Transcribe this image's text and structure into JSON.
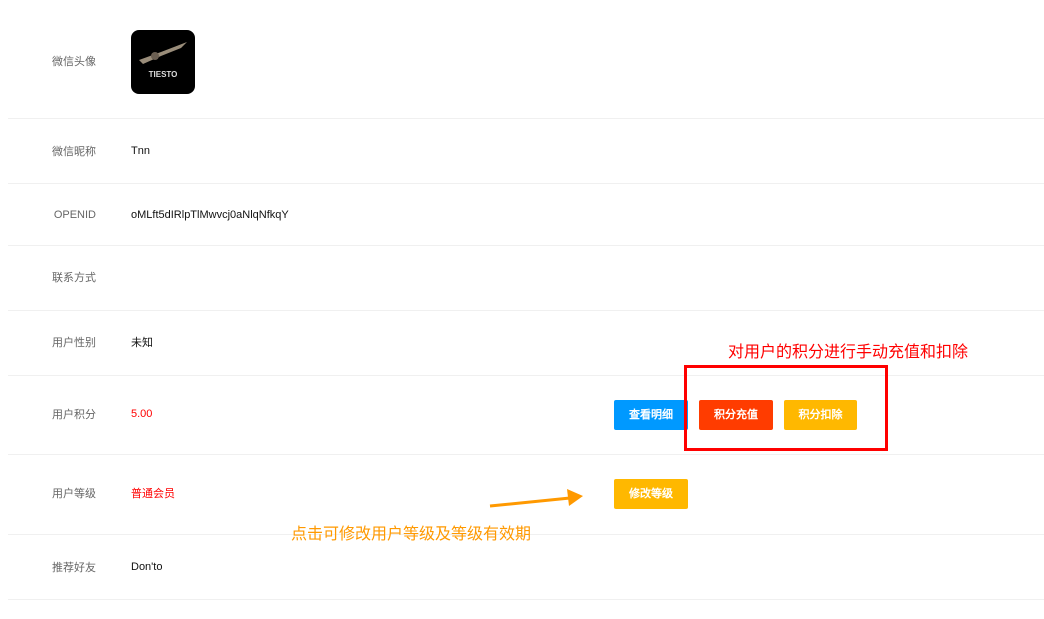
{
  "rows": [
    {
      "label": "微信头像"
    },
    {
      "label": "微信昵称",
      "value": "Tnn"
    },
    {
      "label": "OPENID",
      "value": "oMLft5dIRlpTlMwvcj0aNlqNfkqY"
    },
    {
      "label": "联系方式",
      "value": ""
    },
    {
      "label": "用户性别",
      "value": "未知"
    },
    {
      "label": "用户积分",
      "value": "5.00"
    },
    {
      "label": "用户等级",
      "value": "普通会员"
    },
    {
      "label": "推荐好友",
      "value": "Don'to"
    }
  ],
  "avatar_text": "TIESTO",
  "buttons": {
    "view_detail": "查看明细",
    "recharge": "积分充值",
    "deduct": "积分扣除",
    "modify_level": "修改等级"
  },
  "annotations": {
    "points": "对用户的积分进行手动充值和扣除",
    "level": "点击可修改用户等级及等级有效期"
  },
  "colors": {
    "blue": "#0099ff",
    "red": "#ff3c00",
    "yellow": "#ffb800",
    "annotation_red": "#ff0000",
    "annotation_orange": "#ff9900"
  }
}
